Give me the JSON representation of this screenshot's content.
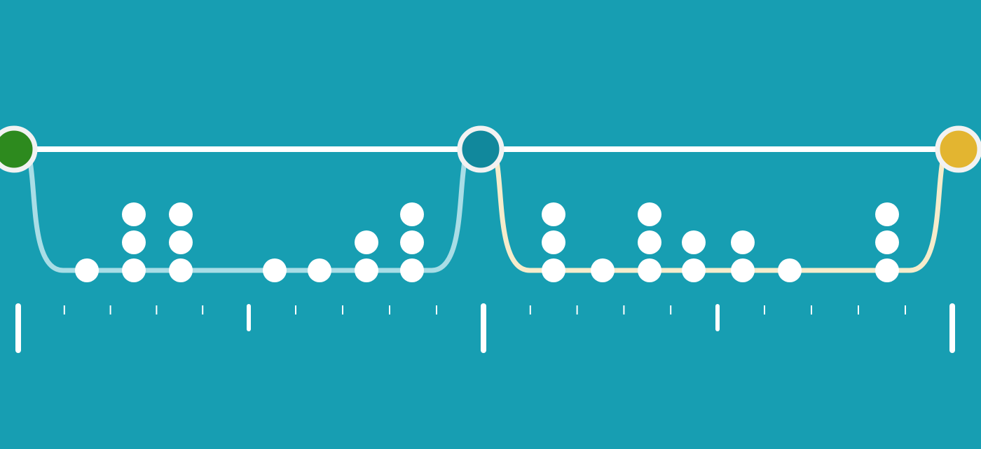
{
  "colors": {
    "background": "#179eb2",
    "main_line": "#ffffff",
    "node_ring": "#f2f2f2",
    "start_node": "#2d8a1e",
    "middle_node": "#11889c",
    "end_node": "#e3b530",
    "left_track": "#a8dde6",
    "right_track": "#f5eccb",
    "dot": "#ffffff",
    "tick": "#ffffff"
  },
  "nodes": [
    {
      "name": "start-node",
      "role": "start",
      "color_key": "start_node"
    },
    {
      "name": "middle-node",
      "role": "middle",
      "color_key": "middle_node"
    },
    {
      "name": "end-node",
      "role": "end",
      "color_key": "end_node"
    }
  ],
  "segments": [
    {
      "name": "left-segment",
      "color_key": "left_track",
      "dot_stacks": [
        1,
        3,
        3,
        0,
        1,
        1,
        2,
        3
      ]
    },
    {
      "name": "right-segment",
      "color_key": "right_track",
      "dot_stacks": [
        3,
        1,
        3,
        2,
        2,
        1,
        0,
        3
      ]
    }
  ],
  "ruler": {
    "major_ticks": 3,
    "medium_ticks": 2,
    "minor_ticks_per_gap": 4
  }
}
